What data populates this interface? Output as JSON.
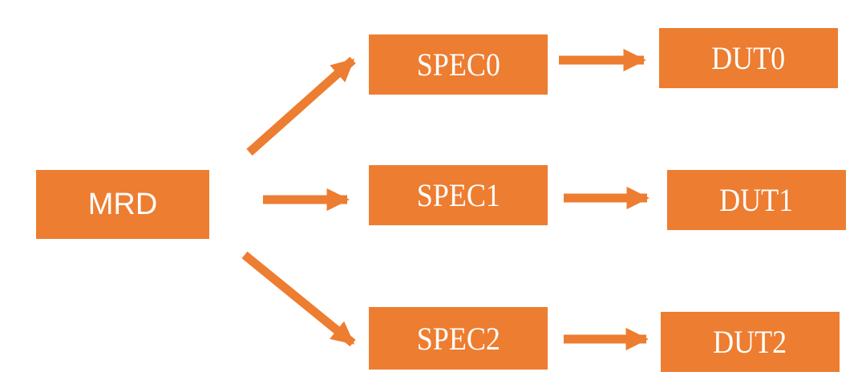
{
  "colors": {
    "box": "#ED7D31",
    "arrow": "#ED7D31",
    "text": "#FFFFFF"
  },
  "nodes": {
    "mrd": "MRD",
    "spec0": "SPEC0",
    "spec1": "SPEC1",
    "spec2": "SPEC2",
    "dut0": "DUT0",
    "dut1": "DUT1",
    "dut2": "DUT2"
  },
  "edges": [
    {
      "from": "MRD",
      "to": "SPEC0"
    },
    {
      "from": "MRD",
      "to": "SPEC1"
    },
    {
      "from": "MRD",
      "to": "SPEC2"
    },
    {
      "from": "SPEC0",
      "to": "DUT0"
    },
    {
      "from": "SPEC1",
      "to": "DUT1"
    },
    {
      "from": "SPEC2",
      "to": "DUT2"
    }
  ]
}
